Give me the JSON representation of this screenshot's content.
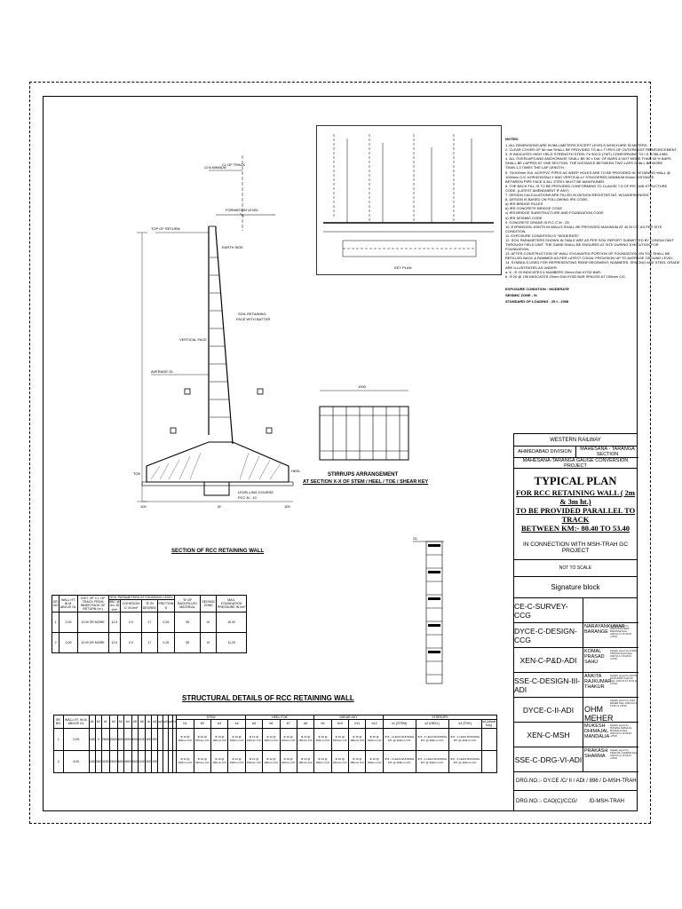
{
  "notes": {
    "heading": "NOTES:",
    "lines": [
      "1.  ALL DIMENSIONS ARE IN MILLIMETERS EXCEPT LEVELS WHICH ARE IN METERS.",
      "2.  CLEAR COVER OF 50 mm SHALL BE PROVIDED TO ALL TYPES OF OUTERMOST REINFORCEMENT.",
      "3.  Φ INDICATES HIGH YIELD STRENGTH STEEL Fe 500 D (TMT) CONFORMING TO I.S. 1786-1985.",
      "4.  ALL OVERLAPS AND ANCHORAGE SHALL BE 50 x DIA. OF BARS & NOT MORE THAN 50 % BARS",
      "SHALL BE LAPPED AT ONE SECTION. THE DISTANCE BETWEEN TWO LAPS SHALL BE MORE",
      "THAN 1.3 TIMES THE LAP LENGTH.",
      "5.  75/100mm DIA. ACP/PVC PIPES AS WEEP HOLES ARE TO BE PROVIDED IN RETAINING WALL @",
      "1000mm C/C HORIZONTALLY AND VERTICALLY STAGGERED MINIMUM 60mm DISTANCE",
      "BETWEEN PIPE FACE & ALL STEEL MUST BE MAINTAINED.",
      "6.  THE BACK FILL IS TO BE PROVIDED CONFORMING TO CLAUSE 7.5 OF IRS SUB-STRUCTURE",
      "CODE. (LATEST AMENDMENT IF ANY)",
      "7.  DESIGN CALCULATIONS ARE FILLED IN DESIGN REGISTER NO. W/16/DESIGN/003.",
      "8.  DESIGN IS BASED ON FOLLOWING IRS CODE:-",
      "a) IRS BRIDGE RULES",
      "b) IRS CONCRETE BRIDGE CODE",
      "c) IRS BRIDGE SUBSTRUCTURE AND FOUNDATION CODE",
      "d) IRS SEISMIC CODE",
      "9.  CONCRETE GRADE IS R.C.C M - 25.",
      "10. EXPANSION JOINTS IN WALLS SHALL BE PROVIDED MAXIMUM AT 40 M C/C AS PER SITE",
      "CONDITION.",
      "11. EXPOSURE CONDITION IS \"MODERATE\".",
      "12. SOIL PARAMETERS SHOWN IN TABLE ARE AS PER SOIL REPORT SUBMITTED BY CONSULTANT",
      "THROUGH FIELD UNIT. THE SAME SHALL BE ENSURED AT SITE DURING EXECUTION FOR",
      "FOUNDATION.",
      "13. AFTER CONSTRUCTION OF WALL EXCAVATED PORTION OF FOUNDATION ON TOE SHALL BE",
      "REFILLED BACK & RAMMED AS PER LATEST CODAL PROVISION UP TO AVERAGE GROUND LEVEL.",
      "14. SYMBOLS USED FOR REPRESENTING REINFORCEMENT, NUMBERS, SPACING AND STEEL GRADE",
      "ARE ILLUSTRATED AS UNDER:",
      "a.  6 - Φ 20 INDICATES 6 NUMBERS 20mm DIA HYSD BAR.",
      "b.  Φ 20 @ 150 INDICATES 20mm DIA HYSD BAR SPACED AT 150mm C/C."
    ],
    "exposure": "EXPOSURE CONDITION : MODERATE",
    "seismic": "SEISMIC ZONE - III",
    "loading": "STANDARD OF LOADING - 25 t - 2008"
  },
  "drawing": {
    "section_title": "SECTION OF RCC RETAINING WALL",
    "stirrups_title": "STIRRUPS ARRANGEMENT",
    "stirrups_subtitle": "AT SECTION X-X OF STEM / HEEL / TOE / SHEAR KEY",
    "key_plan": "KEY PLAN",
    "labels": {
      "track": "CL OF TRACK",
      "min": "10 M MINIMUM",
      "formation": "FORMATION LEVEL",
      "top_of_return": "TOP OF RETURN",
      "earth_side": "EARTH SIDE",
      "soil_retaining": "SOIL RETAINING",
      "face_batter": "FACE WITH BATTER",
      "vertical_face": "VERTICAL FACE",
      "average_gl": "AVERAGE GL",
      "heel": "HEEL",
      "toe": "TOE",
      "levelling": "LEVELLING COURSE",
      "pcc": "PCC M - 10",
      "dim_1000": "1000",
      "dim_100a": "100",
      "dim_100b": "100",
      "dim_w": "W"
    }
  },
  "soil_table": {
    "headers": [
      "SR. NO",
      "WALL HT. IN M. ABOVE GL",
      "DIST. OF C.L OF TRACK FROM INNER FACE OF RETURN (m.)",
      "SBC @ 2m. IN t/m²",
      "COHESION 'C' IN t/m²",
      "'Φ' IN DEGREE",
      "FRICTION 'δ'",
      "'Φ' OF BACKFILLED MATERIAL",
      "SEISMIC ZONE",
      "MAX. FOUNDATION PRESSURE IN t/m²"
    ],
    "group_header": "SOIL PARAMETERS AT FOUNDING LEVEL",
    "rows": [
      [
        "1",
        "2.00",
        "10 M OR MORE",
        "12.5",
        "2.0",
        "17",
        "0.26",
        "35",
        "III",
        "10.92"
      ],
      [
        "2",
        "3.00",
        "10 M OR MORE",
        "12.5",
        "2.0",
        "17",
        "0.26",
        "35",
        "III",
        "11.29"
      ]
    ]
  },
  "structural_table": {
    "title": "STRUCTURAL DETAILS OF RCC RETAINING WALL",
    "groups": [
      "STEM",
      "HEEL/TOE",
      "SHEAR KEY",
      "STIRRUPS"
    ],
    "dim_headers": [
      "SR. NO.",
      "WALL HT. IN M. ABOVE GL",
      "b1",
      "b2",
      "h1",
      "h2",
      "h3",
      "h4",
      "h5",
      "h6",
      "w",
      "w1",
      "w2",
      "w3",
      "w4",
      "t1"
    ],
    "bar_headers": [
      "b1",
      "b2",
      "b3",
      "b4",
      "b5",
      "b6",
      "b7",
      "b8",
      "b9",
      "b10",
      "b11",
      "b12",
      "s1 (STEM)",
      "s2 (HEEL)",
      "s3 (TOE)",
      "s4 (shear key)"
    ],
    "rows": [
      {
        "dims": [
          "1",
          "2.00",
          "160",
          "0",
          "2600",
          "2000",
          "600",
          "4000",
          "600",
          "1100",
          "600",
          "900",
          "",
          "",
          "",
          ""
        ],
        "bars": [
          "Φ 10 @ 150mm C/C",
          "Φ 10 @ 150mm C/C",
          "Φ 10 @ 150mm C/C",
          "Φ 10 @ 150mm C/C",
          "Φ 12 @ 150mm C/C",
          "Φ 12 @ 150mm C/C",
          "Φ 10 @ 150mm C/C",
          "Φ 10 @ 150mm C/C",
          "Φ 10 @ 150mm C/C",
          "Φ 10 @ 150mm C/C",
          "Φ 10 @ 150mm C/C",
          "Φ 10 @ 150mm C/C",
          "Φ 8 - 4 LEGS RUNNING MT. @ 300mm C/C",
          "Φ 8 - 4 LEGS RUNNING MT. @ 300mm C/C",
          "Φ 8 - 4 LEGS RUNNING MT. @ 300mm C/C",
          ""
        ]
      },
      {
        "dims": [
          "2",
          "3.00",
          "160",
          "260",
          "3250",
          "2500",
          "600",
          "4500",
          "600",
          "1100",
          "600",
          "900",
          "",
          "",
          "",
          ""
        ],
        "bars": [
          "Φ 10 @ 150mm C/C",
          "Φ 10 @ 150mm C/C",
          "Φ 10 @ 150mm C/C",
          "Φ 10 @ 150mm C/C",
          "Φ 12 @ 150mm C/C",
          "Φ 12 @ 150mm C/C",
          "Φ 10 @ 150mm C/C",
          "Φ 10 @ 150mm C/C",
          "Φ 10 @ 150mm C/C",
          "Φ 10 @ 150mm C/C",
          "Φ 10 @ 150mm C/C",
          "Φ 10 @ 150mm C/C",
          "Φ 8 - 4 LEGS RUNNING MT. @ 300mm C/C",
          "Φ 8 - 4 LEGS RUNNING MT. @ 300mm C/C",
          "Φ 8 - 4 LEGS RUNNING MT. @ 300mm C/C",
          ""
        ]
      }
    ]
  },
  "bore_log": {
    "gl": "GL"
  },
  "title_block": {
    "railway": "WESTERN RAILWAY",
    "division": "AHMEDABAD DIVISION",
    "section": "MAHESANA - TARANGA SECTION",
    "project": "MAHESANA-TARANGA GAUGE CONVERSION PROJECT",
    "main_title": "TYPICAL PLAN",
    "line1": "FOR RCC RETAINING WALL  ( 2m & 3m ht.)",
    "line2": "TO BE PROVIDED PARALLEL TO TRACK",
    "line3": "BETWEEN KM:- 80.40 TO 53.40",
    "connection": "IN CONNECTION WITH MSH-TRAH GC PROJECT",
    "scale": "NOT TO SCALE",
    "signature_block": "Signature block",
    "roles": [
      {
        "role": "CE-C-SURVEY-CCG",
        "name": "",
        "digital": ""
      },
      {
        "role": "DYCE-C-DESIGN-CCG",
        "name": "NARAYANKUMAR BARANGE",
        "digital": "Digitally signed by NARAYANKUMAR BARANGE Date: 2020.02.12 15:40:00 +05'30'"
      },
      {
        "role": "XEN-C-P&D-ADI",
        "name": "KOMAL PRASAD SAHU",
        "digital": "Digitally signed by KOMAL PRASAD SAHU Date: 2020.02.12 15:08:49 +05'30'"
      },
      {
        "role": "SSE-C-DESIGN-III-ADI",
        "name": "ANKITA RAJKUMAR THAKUR",
        "digital": "Digitally signed by ANKITA RAJKUMAR THAKUR Date: 2020.02.12 15:01:48 +05'30'"
      },
      {
        "role": "DYCE-C-II-ADI",
        "name": "OHM MEHER",
        "digital": "Digitally signed by OHM MEHER Date: 2020.02.12 15:36:13 +05'30'"
      },
      {
        "role": "XEN-C-MSH",
        "name": "MUKESH DHIMAJAL MANDALIA",
        "digital": "Digitally signed by MUKESH DHIMAJAL MANDALIA Date: 2020.02.12 15:08:48 +05'30'"
      },
      {
        "role": "SSE-C-DRG-VI-ADI",
        "name": "PRAKASH SHARMA",
        "digital": "Digitally signed by PRAKASH SHARMA Date: 2020.02.12 15:28:15 +05'30'"
      }
    ],
    "drg_no": "DRG.NO.:-  DY.CE /C/ II / ADI / 896 / D-MSH-TRAH",
    "drg_no2_left": "DRG.NO.:-  CAO(C)/CCG/",
    "drg_no2_right": "/D-MSH-TRAH"
  }
}
